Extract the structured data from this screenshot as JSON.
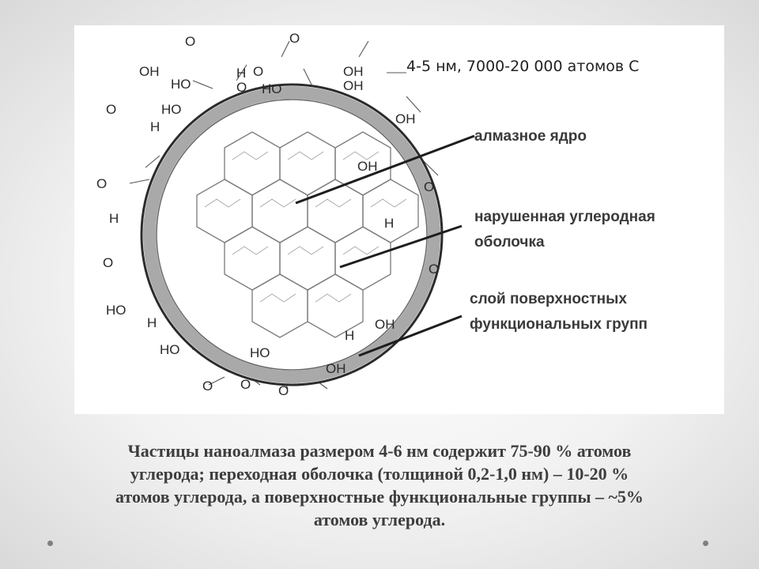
{
  "diagram": {
    "header": "4-5 нм, 7000-20 000 атомов С",
    "legend": {
      "core_label": "алмазное ядро",
      "shell_label_line1": "нарушенная углеродная",
      "shell_label_line2": "оболочка",
      "surface_label_line1": "слой поверхностных",
      "surface_label_line2": "функциональных групп"
    },
    "atoms": {
      "O": "O",
      "OH": "OH",
      "HO": "HO",
      "H": "H"
    }
  },
  "caption": {
    "line1": "Частицы наноалмаза размером 4-6 нм содержит 75-90 % атомов",
    "line2": "углерода; переходная оболочка (толщиной 0,2-1,0 нм) – 10-20 %",
    "line3": "атомов углерода, а поверхностные функциональные группы – ~5%",
    "line4": "атомов углерода."
  },
  "colors": {
    "shell_ring": "#a9a9a9",
    "outline": "#2b2b2b",
    "text": "#3d3d3d"
  }
}
